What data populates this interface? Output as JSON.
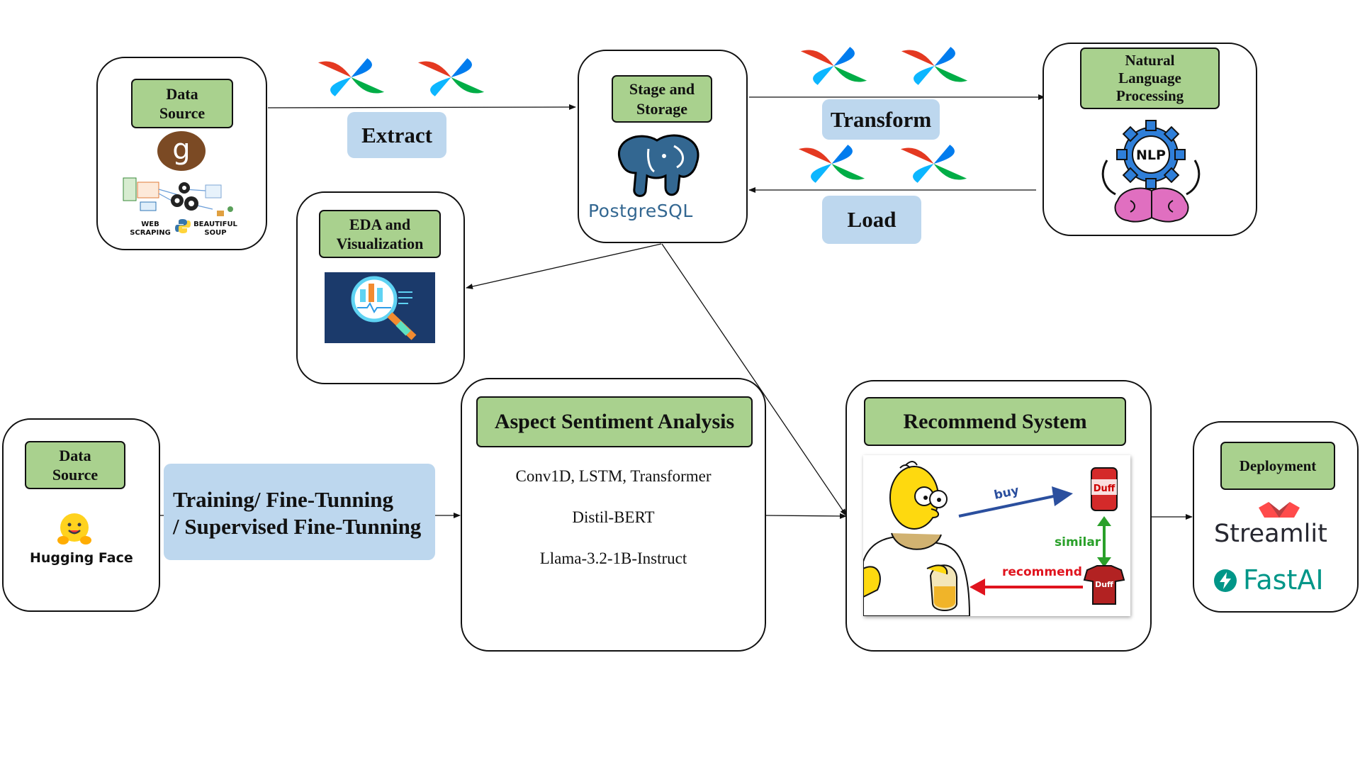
{
  "nodes": {
    "data_source_top": {
      "title": "Data\nSource",
      "web_scraping": "WEB\nSCRAPING",
      "beautiful_soup": "BEAUTIFUL\nSOUP"
    },
    "stage_storage": {
      "title": "Stage and\nStorage",
      "logo_text": "PostgreSQL"
    },
    "nlp": {
      "title": "Natural\nLanguage\nProcessing",
      "badge": "NLP"
    },
    "eda": {
      "title": "EDA and\nVisualization"
    },
    "data_source_bottom": {
      "title": "Data\nSource",
      "logo_text": "Hugging Face"
    },
    "aspect": {
      "title": "Aspect Sentiment Analysis",
      "models": [
        "Conv1D, LSTM, Transformer",
        "Distil-BERT",
        "Llama-3.2-1B-Instruct"
      ]
    },
    "recommend": {
      "title": "Recommend System",
      "buy": "buy",
      "similar": "similar",
      "recommend": "recommend",
      "can_text": "Duff",
      "shirt_text": "Duff"
    },
    "deployment": {
      "title": "Deployment",
      "streamlit": "Streamlit",
      "fastai": "FastAI"
    }
  },
  "edges": {
    "extract": "Extract",
    "transform": "Transform",
    "load": "Load",
    "training_line1": "Training/ Fine-Tunning",
    "training_line2": "/ Supervised Fine-Tunning"
  },
  "colors": {
    "header_green": "#a9d18e",
    "label_blue": "#bdd7ee",
    "postgres_blue": "#336791",
    "airflow_red": "#e43921",
    "airflow_blue": "#0cb6ff",
    "airflow_green": "#00ad46"
  },
  "icons": [
    "g-logo-icon",
    "web-scraping-icon",
    "python-icon",
    "airflow-icon",
    "postgres-elephant-icon",
    "nlp-gear-icon",
    "brain-icon",
    "analytics-icon",
    "hugging-face-icon",
    "homer-icon",
    "duff-can-icon",
    "duff-shirt-icon",
    "streamlit-crown-icon",
    "fastai-bolt-icon"
  ]
}
